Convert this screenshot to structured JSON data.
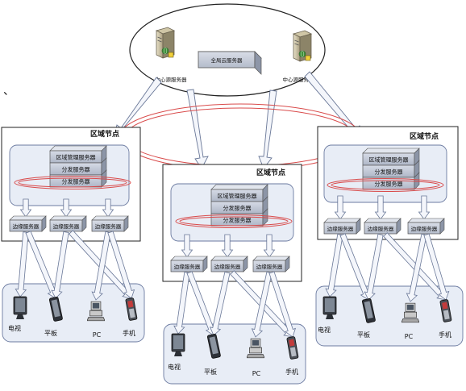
{
  "top": {
    "center_server_left": "中心源服务器",
    "center_server_right": "中心源服务器",
    "global_cloud_server": "全局云服务器"
  },
  "stray_mark": "、",
  "region_title": "区域节点",
  "regional_stack": [
    "区域管理服务器",
    "分发服务器",
    "分发服务器"
  ],
  "edge_server": "边缘服务器",
  "devices": [
    "电视",
    "平板",
    "PC",
    "手机"
  ],
  "colors": {
    "ellipse_stroke": "#d94b4b",
    "panel_fill": "#e8edf6",
    "panel_stroke": "#6b7aa0",
    "arrow_fill": "#f4f6fb",
    "arrow_stroke": "#6a7898"
  }
}
